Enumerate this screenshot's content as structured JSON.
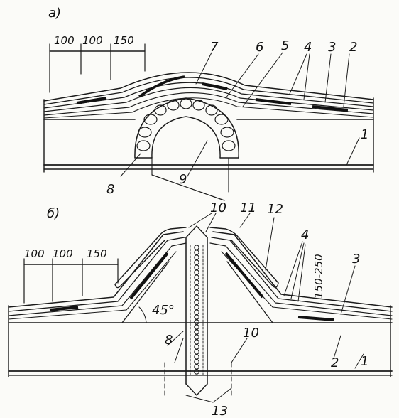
{
  "figure": {
    "panel_a": {
      "label": "а)",
      "dimensions": [
        "100",
        "100",
        "150"
      ],
      "callouts": [
        "1",
        "2",
        "3",
        "4",
        "5",
        "6",
        "7",
        "8",
        "9"
      ]
    },
    "panel_b": {
      "label": "б)",
      "dimensions": [
        "100",
        "100",
        "150"
      ],
      "angle": "45°",
      "height_range": "150-250",
      "callouts": [
        "1",
        "2",
        "3",
        "4",
        "8",
        "10",
        "10",
        "11",
        "12",
        "13"
      ]
    }
  }
}
